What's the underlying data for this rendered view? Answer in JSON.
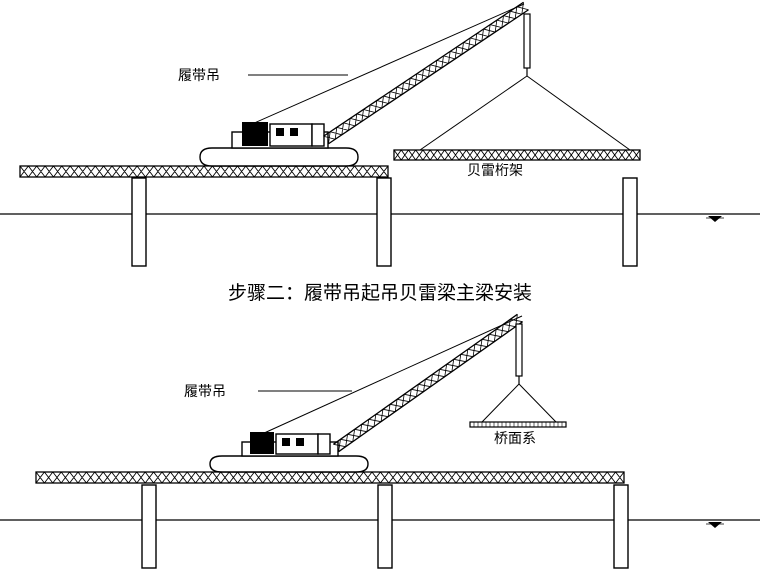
{
  "diagram": {
    "top_panel": {
      "crane_label": "履带吊",
      "truss_label": "贝雷桁架"
    },
    "step_caption": "步骤二：履带吊起吊贝雷梁主梁安装",
    "bottom_panel": {
      "crane_label": "履带吊",
      "deck_label": "桥面系"
    },
    "colors": {
      "line": "#000000",
      "background": "#ffffff"
    },
    "icons": [
      "water-level-icon"
    ]
  }
}
